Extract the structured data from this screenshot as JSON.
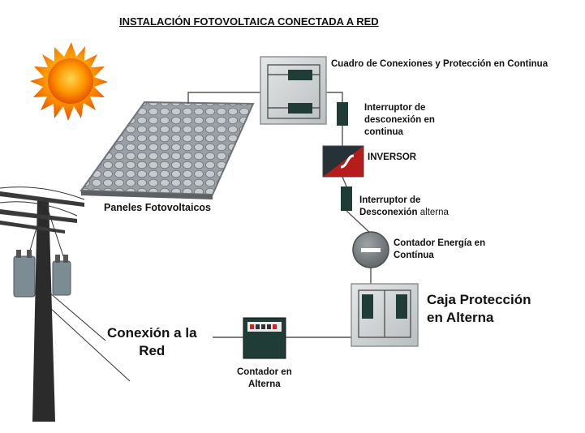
{
  "title": "INSTALACIÓN FOTOVOLTAICA CONECTADA A RED",
  "labels": {
    "dc_box": "Cuadro de Conexiones y Protección en Continua",
    "dc_switch_1": "Interruptor de",
    "dc_switch_2": "desconexión en",
    "dc_switch_3": "continua",
    "inverter": "INVERSOR",
    "ac_switch_1": "Interruptor de",
    "ac_switch_2a": "Desconexión",
    "ac_switch_2b": " alterna",
    "dc_meter_1": "Contador Energía en",
    "dc_meter_2": "Contínua",
    "ac_box_1": "Caja Protección",
    "ac_box_2": "en Alterna",
    "panels": "Paneles Fotovoltaicos",
    "grid_1": "Conexión a la",
    "grid_2": "Red",
    "ac_meter_1": "Contador en",
    "ac_meter_2": "Alterna"
  },
  "colors": {
    "sun": "#f57f17",
    "panel": "#8a8f95",
    "inverter_red": "#c62828",
    "device_dark": "#1f3d36",
    "box": "#cfd3d4"
  }
}
